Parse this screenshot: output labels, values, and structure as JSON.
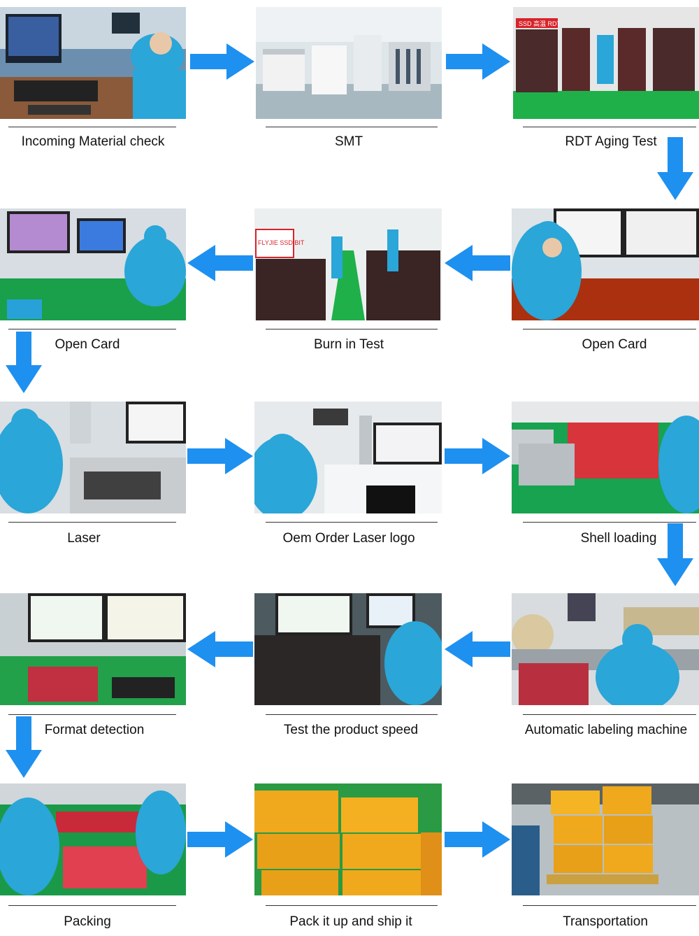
{
  "colors": {
    "arrow": "#1e90f0",
    "rule": "#333333",
    "caption": "#111111"
  },
  "steps": [
    {
      "label": "Incoming Material check",
      "scene": "workstation-monitor"
    },
    {
      "label": "SMT",
      "scene": "smt-line"
    },
    {
      "label": "RDT Aging Test",
      "scene": "aging-racks",
      "sign_text": "SSD 高温 RDT"
    },
    {
      "label": "Open Card",
      "scene": "workstation-monitor"
    },
    {
      "label": "Burn in Test",
      "scene": "burn-in-racks",
      "sign_text": "FLYJIE SSD.BIT"
    },
    {
      "label": "Open Card",
      "scene": "workstation-monitor"
    },
    {
      "label": "Laser",
      "scene": "laser-station"
    },
    {
      "label": "Oem Order Laser logo",
      "scene": "laser-station"
    },
    {
      "label": "Shell loading",
      "scene": "red-shells"
    },
    {
      "label": "Automatic labeling machine",
      "scene": "labeling-machine"
    },
    {
      "label": "Test the product speed",
      "scene": "test-bench"
    },
    {
      "label": "Format detection",
      "scene": "test-bench"
    },
    {
      "label": "Packing",
      "scene": "packing-table"
    },
    {
      "label": "Pack it up and ship it",
      "scene": "cartons"
    },
    {
      "label": "Transportation",
      "scene": "cartons-pallet"
    }
  ]
}
